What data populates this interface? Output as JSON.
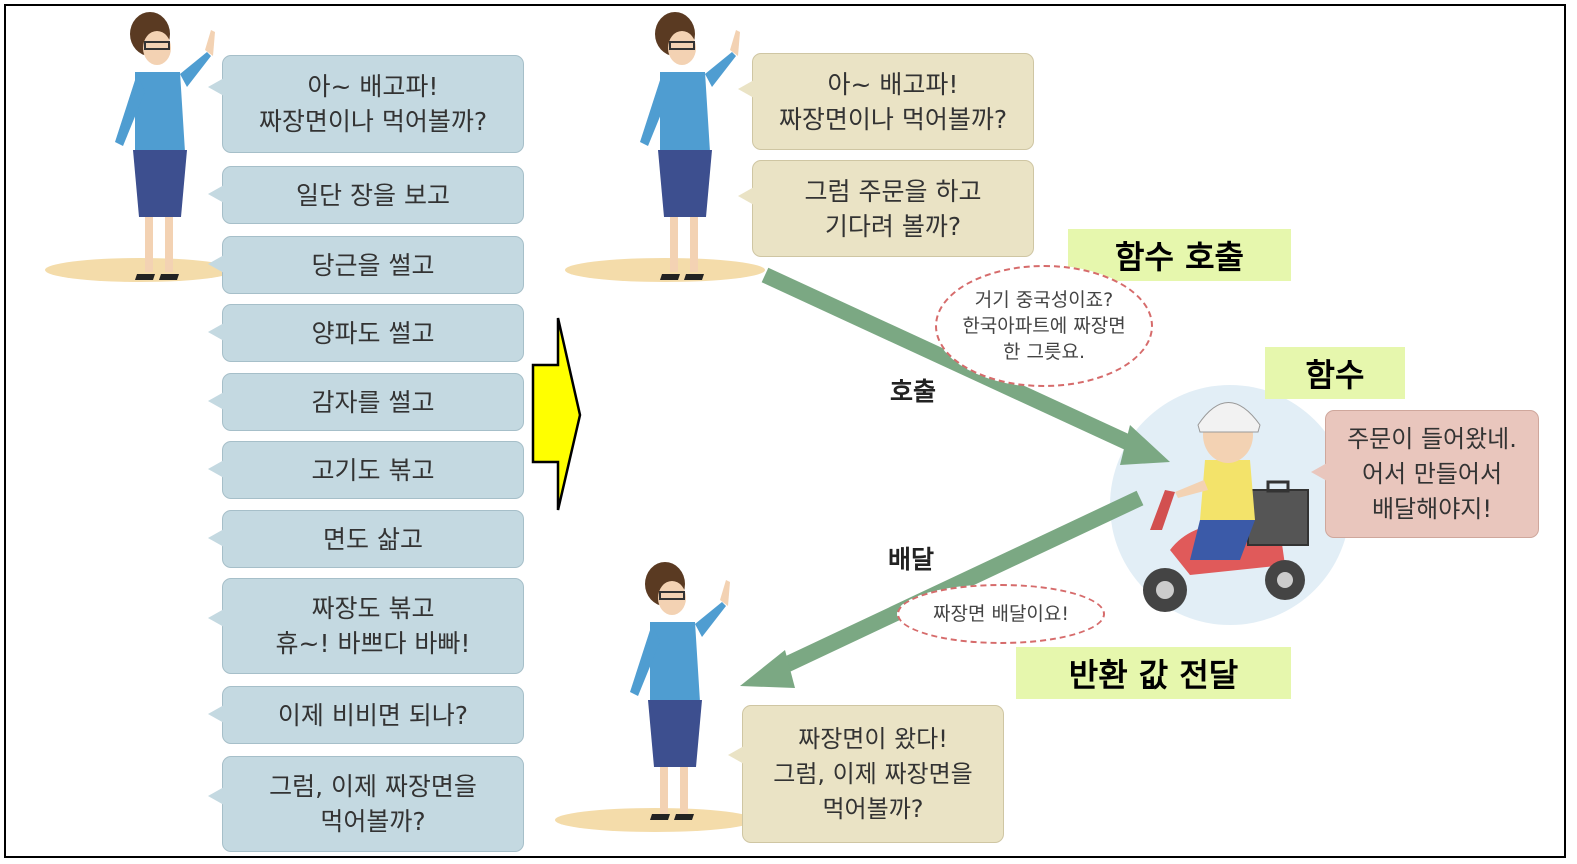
{
  "left_sequence": [
    {
      "text": "아~ 배고파!\n짜장면이나 먹어볼까?"
    },
    {
      "text": "일단 장을 보고"
    },
    {
      "text": "당근을 썰고"
    },
    {
      "text": "양파도 썰고"
    },
    {
      "text": "감자를 썰고"
    },
    {
      "text": "고기도 볶고"
    },
    {
      "text": "면도 삶고"
    },
    {
      "text": "짜장도 볶고\n휴~! 바쁘다 바빠!"
    },
    {
      "text": "이제 비비면 되나?"
    },
    {
      "text": "그럼, 이제 짜장면을\n먹어볼까?"
    }
  ],
  "right_top": {
    "bubble1": "아~ 배고파!\n짜장면이나 먹어볼까?",
    "bubble2": "그럼 주문을 하고\n기다려 볼까?"
  },
  "labels": {
    "function_call": "함수 호출",
    "function": "함수",
    "return_value": "반환 값 전달",
    "call": "호출",
    "delivery": "배달"
  },
  "ovals": {
    "order": "거기 중국성이죠?\n한국아파트에 짜장면\n한 그릇요.",
    "delivery": "짜장면 배달이요!"
  },
  "function_bubble": "주문이 들어왔네.\n어서 만들어서\n배달해야지!",
  "right_bottom_bubble": "짜장면이 왔다!\n그럼, 이제 짜장면을\n먹어볼까?",
  "colors": {
    "blue_bubble": "#c4d9e1",
    "beige_bubble": "#eae3c5",
    "pink_bubble": "#e9c6bd",
    "green_label": "#e6f7ad",
    "flow_arrow": "#7ba883",
    "transition_arrow": "#ffff00"
  },
  "icons": [
    "woman-figure",
    "delivery-rider",
    "yellow-arrow",
    "flow-arrow"
  ]
}
